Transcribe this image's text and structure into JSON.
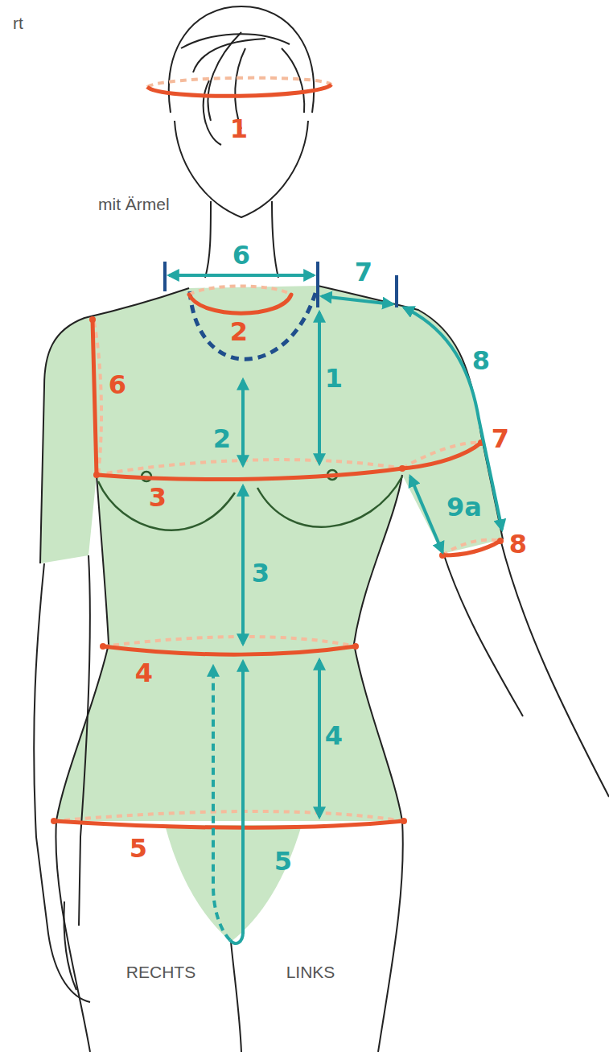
{
  "diagram": {
    "labels": [
      "rt",
      "mit Ärmel",
      "1",
      "6",
      "7",
      "2",
      "1",
      "8",
      "6",
      "2",
      "7",
      "3",
      "9a",
      "8",
      "3",
      "4",
      "4",
      "5",
      "5",
      "RECHTS",
      "LINKS"
    ]
  }
}
